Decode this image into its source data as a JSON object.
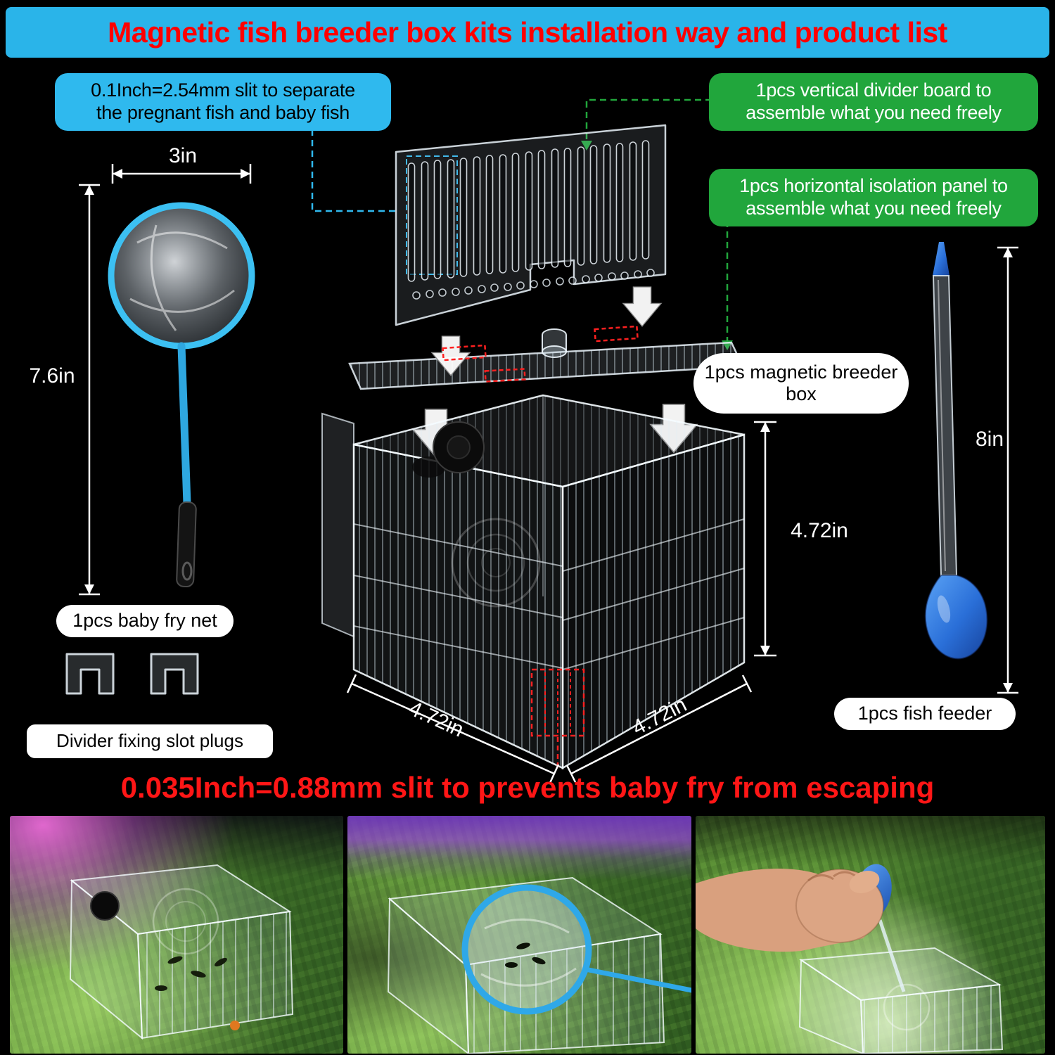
{
  "banner": {
    "title": "Magnetic fish breeder box kits installation way and product list"
  },
  "callouts": {
    "slit_separator": {
      "line1": "0.1Inch=2.54mm slit to separate",
      "line2": "the pregnant fish and baby fish"
    },
    "vertical_divider": {
      "line1": "1pcs vertical divider board to",
      "line2": "assemble what you need freely"
    },
    "horizontal_panel": {
      "line1": "1pcs horizontal isolation panel to",
      "line2": "assemble what you need freely"
    },
    "breeder_box": {
      "line1": "1pcs magnetic breeder",
      "line2": "box"
    },
    "baby_fry_net": "1pcs baby fry net",
    "divider_plugs": "Divider fixing slot plugs",
    "fish_feeder": "1pcs fish feeder",
    "escape_slit": "0.035Inch=0.88mm slit to prevents baby fry from escaping"
  },
  "dimensions": {
    "net_diameter": "3in",
    "net_length": "7.6in",
    "box_height": "4.72in",
    "box_width": "4.72in",
    "box_depth": "4.72in",
    "feeder_length": "8in"
  },
  "colors": {
    "background": "#000000",
    "banner_bg": "#2ab4e9",
    "title_red": "#ff0000",
    "callout_cyan": "#2fb9ee",
    "callout_green": "#21a63c",
    "label_white": "#ffffff",
    "net_blue": "#3cc0f2",
    "feeder_blue": "#2a6fd8",
    "warning_red": "#ff1616"
  }
}
